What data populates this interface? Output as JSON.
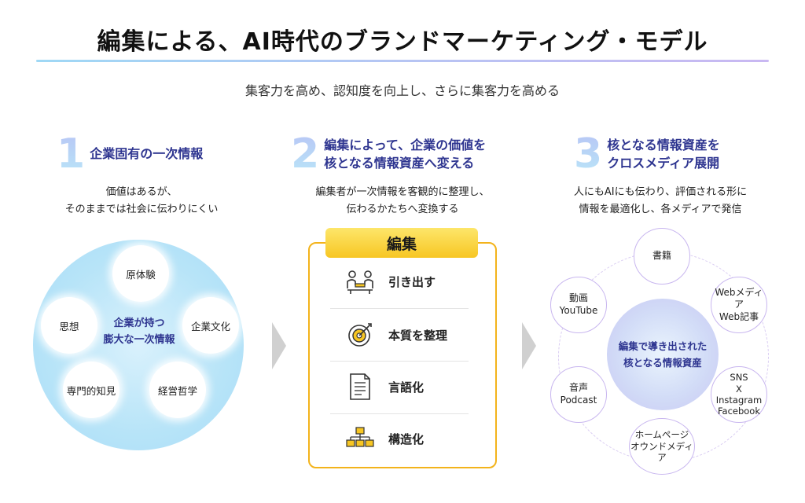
{
  "title": "編集による、AI時代のブランドマーケティング・モデル",
  "subtitle": "集客力を高め、認知度を向上し、さらに集客力を高める",
  "steps": [
    {
      "number": "1",
      "heading": [
        "企業固有の一次情報"
      ],
      "description": [
        "価値はあるが、",
        "そのままでは社会に伝わりにくい"
      ]
    },
    {
      "number": "2",
      "heading": [
        "編集によって、企業の価値を",
        "核となる情報資産へ変える"
      ],
      "description": [
        "編集者が一次情報を客観的に整理し、",
        "伝わるかたちへ変換する"
      ]
    },
    {
      "number": "3",
      "heading": [
        "核となる情報資産を",
        "クロスメディア展開"
      ],
      "description": [
        "人にもAIにも伝わり、評価される形に",
        "情報を最適化し、各メディアで発信"
      ]
    }
  ],
  "column1": {
    "core": [
      "企業が持つ",
      "膨大な一次情報"
    ],
    "items": [
      "原体験",
      "思想",
      "企業文化",
      "専門的知見",
      "経営哲学"
    ]
  },
  "column2": {
    "tab_label": "編集",
    "items": [
      {
        "label": "引き出す",
        "icon": "interview-icon"
      },
      {
        "label": "本質を整理",
        "icon": "target-icon"
      },
      {
        "label": "言語化",
        "icon": "document-icon"
      },
      {
        "label": "構造化",
        "icon": "hierarchy-icon"
      }
    ]
  },
  "column3": {
    "hub": [
      "編集で導き出された",
      "核となる情報資産"
    ],
    "nodes": [
      {
        "lines": [
          "書籍"
        ]
      },
      {
        "lines": [
          "Webメディア",
          "Web記事"
        ]
      },
      {
        "lines": [
          "SNS",
          "X",
          "Instagram",
          "Facebook"
        ]
      },
      {
        "lines": [
          "ホームページ",
          "オウンドメディア"
        ]
      },
      {
        "lines": [
          "音声",
          "Podcast"
        ]
      },
      {
        "lines": [
          "動画",
          "YouTube"
        ]
      }
    ]
  },
  "colors": {
    "accent_navy": "#2e3590",
    "edit_yellow": "#f7c623",
    "edit_border": "#f3b31b",
    "light_blue": "#b7e4f8",
    "lavender": "#c8b6ef"
  }
}
